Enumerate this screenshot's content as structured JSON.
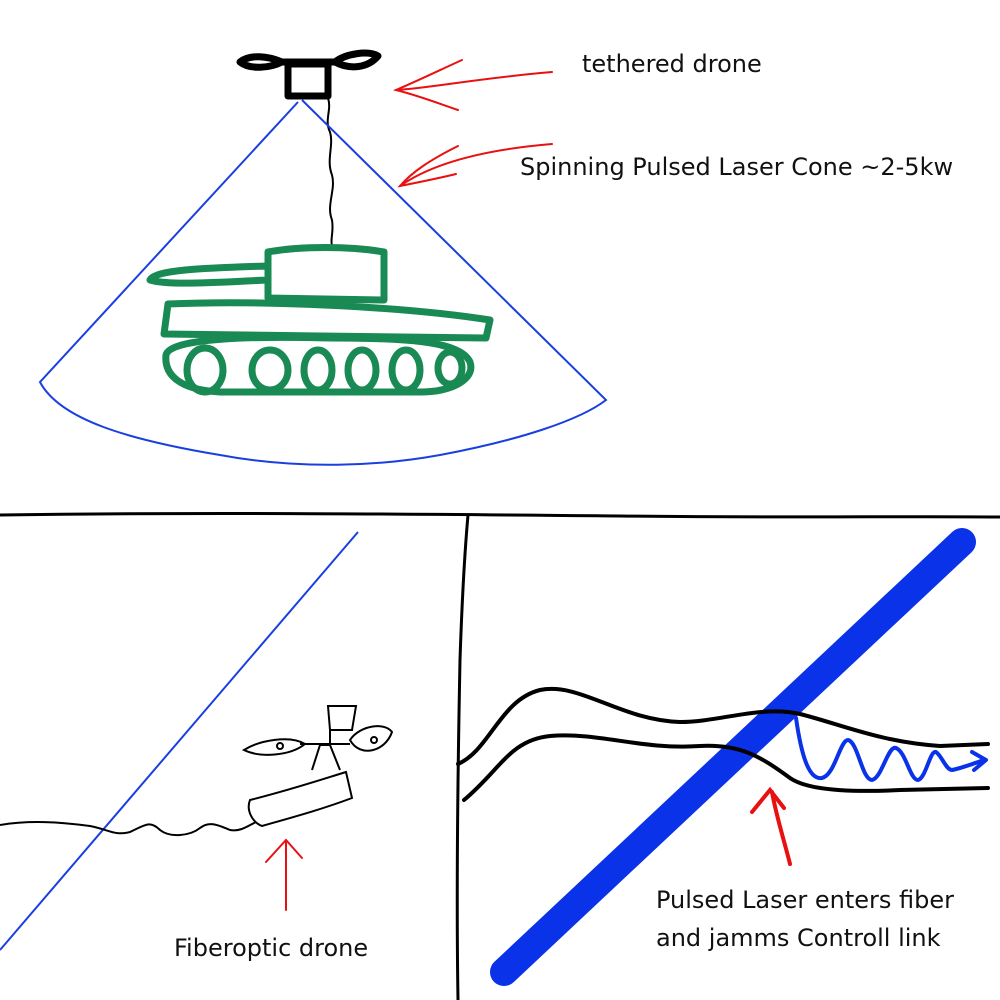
{
  "labels": {
    "tethered_drone": "tethered drone",
    "laser_cone": "Spinning Pulsed Laser Cone ~2-5kw",
    "fiberoptic_drone": "Fiberoptic drone",
    "laser_fiber_line1": "Pulsed Laser enters fiber",
    "laser_fiber_line2": "and jamms Controll link"
  },
  "colors": {
    "laser": "#1a3fe0",
    "laser_beam": "#0a32e8",
    "arrow": "#e81010",
    "tank": "#1a8a55",
    "ink": "#000000"
  }
}
